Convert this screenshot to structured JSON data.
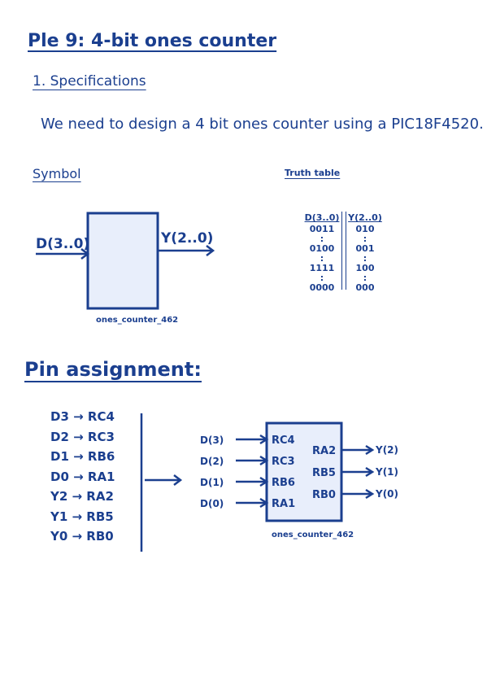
{
  "title": "Ple 9: 4-bit ones counter",
  "specifications": {
    "heading": "1. Specifications",
    "text": "We need to design a 4 bit ones counter using a PIC18F4520."
  },
  "symbol": {
    "heading": "Symbol",
    "input_label": "D(3..0)",
    "output_label": "Y(2..0)",
    "block_name": "ones_counter_462"
  },
  "truth_table": {
    "heading": "Truth table",
    "header": [
      "D(3..0)",
      "Y(2..0)"
    ],
    "rows": [
      [
        "0011",
        "010"
      ],
      [
        ":",
        ":"
      ],
      [
        "0100",
        "001"
      ],
      [
        ":",
        ":"
      ],
      [
        "1111",
        "100"
      ],
      [
        ":",
        ":"
      ],
      [
        "0000",
        "000"
      ]
    ]
  },
  "pin_assignment": {
    "heading": "Pin assignment:",
    "mappings": [
      "D3 → RC4",
      "D2 → RC3",
      "D1 → RB6",
      "D0 → RA1",
      "Y2 → RA2",
      "Y1 → RB5",
      "Y0 → RB0"
    ],
    "block": {
      "inputs": [
        "D(3)",
        "D(2)",
        "D(1)",
        "D(0)"
      ],
      "input_pins": [
        "RC4",
        "RC3",
        "RB6",
        "RA1"
      ],
      "output_pins": [
        "RA2",
        "RB5",
        "RB0"
      ],
      "outputs": [
        "Y(2)",
        "Y(1)",
        "Y(0)"
      ],
      "name": "ones_counter_462"
    }
  },
  "colors": {
    "ink": "#1b3f8f",
    "block_fill": "#e8eefb"
  }
}
